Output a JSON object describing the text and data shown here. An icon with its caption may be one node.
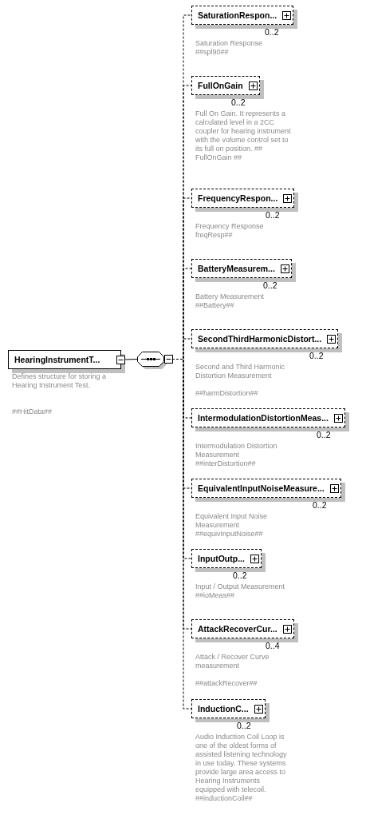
{
  "diagram": {
    "nodes": [
      {
        "text": [
          "HearingInstrumentT..."
        ],
        "beside": [
          "Defines structure for storing a Hearing Instrument Test.",
          "##HitData##"
        ]
      },
      {
        "text": [],
        "shape": "octagon"
      },
      {
        "text": [
          "SaturationRespon..."
        ],
        "beside": [
          "0..2",
          "Saturation Response ##spl90##"
        ]
      },
      {
        "text": [
          "FullOnGain"
        ],
        "beside": [
          "0..2",
          "Full On Gain. It represents a calculated level in a 2CC coupler for hearing instrument with the volume control set to its full on position. ## FullOnGain ##"
        ]
      },
      {
        "text": [
          "FrequencyRespon..."
        ],
        "beside": [
          "0..2",
          "Frequency Response freqResp##"
        ]
      },
      {
        "text": [
          "BatteryMeasurem..."
        ],
        "beside": [
          "0..2",
          "Battery Measurement ##Battery##"
        ]
      },
      {
        "text": [
          "SecondThirdHarmonicDistort..."
        ],
        "beside": [
          "0..2",
          "Second and Third Harmonic Distortion Measurement",
          "##harmDistortion##"
        ]
      },
      {
        "text": [
          "IntermodulationDistortionMeas..."
        ],
        "beside": [
          "0..2",
          "Intermodulation Distortion Measurement ##interDistortion##"
        ]
      },
      {
        "text": [
          "EquivalentInputNoiseMeasure..."
        ],
        "beside": [
          "0..2",
          "Equivalent Input Noise Measurement ##equivInputNoise##"
        ]
      },
      {
        "text": [
          "InputOutp..."
        ],
        "beside": [
          "0..2",
          "Input / Output Measurement ##ioMeas##"
        ]
      },
      {
        "text": [
          "AttackRecoverCur..."
        ],
        "beside": [
          "0..4",
          "Attack / Recover Curve measurement",
          "##attackRecover##"
        ]
      },
      {
        "text": [
          "InductionC..."
        ],
        "beside": [
          "0..2",
          "Audio Induction Coil Loop is one of the oldest forms of assisted listening technology in use today. These systems provide large area access to Hearing Instruments equipped with telecoil. ##inductionCoil##"
        ]
      }
    ],
    "edges": [
      {
        "from": 0,
        "to": 1,
        "arrow": "none"
      },
      {
        "from": 1,
        "to": 2,
        "arrow": "none",
        "style": "dashed"
      },
      {
        "from": 1,
        "to": 3,
        "arrow": "none",
        "style": "dashed"
      },
      {
        "from": 1,
        "to": 4,
        "arrow": "none",
        "style": "dashed"
      },
      {
        "from": 1,
        "to": 5,
        "arrow": "none",
        "style": "dashed"
      },
      {
        "from": 1,
        "to": 6,
        "arrow": "none",
        "style": "dashed"
      },
      {
        "from": 1,
        "to": 7,
        "arrow": "none",
        "style": "dashed"
      },
      {
        "from": 1,
        "to": 8,
        "arrow": "none",
        "style": "dashed"
      },
      {
        "from": 1,
        "to": 9,
        "arrow": "none",
        "style": "dashed"
      },
      {
        "from": 1,
        "to": 10,
        "arrow": "none",
        "style": "dashed"
      },
      {
        "from": 1,
        "to": 11,
        "arrow": "none",
        "style": "dashed"
      }
    ]
  }
}
